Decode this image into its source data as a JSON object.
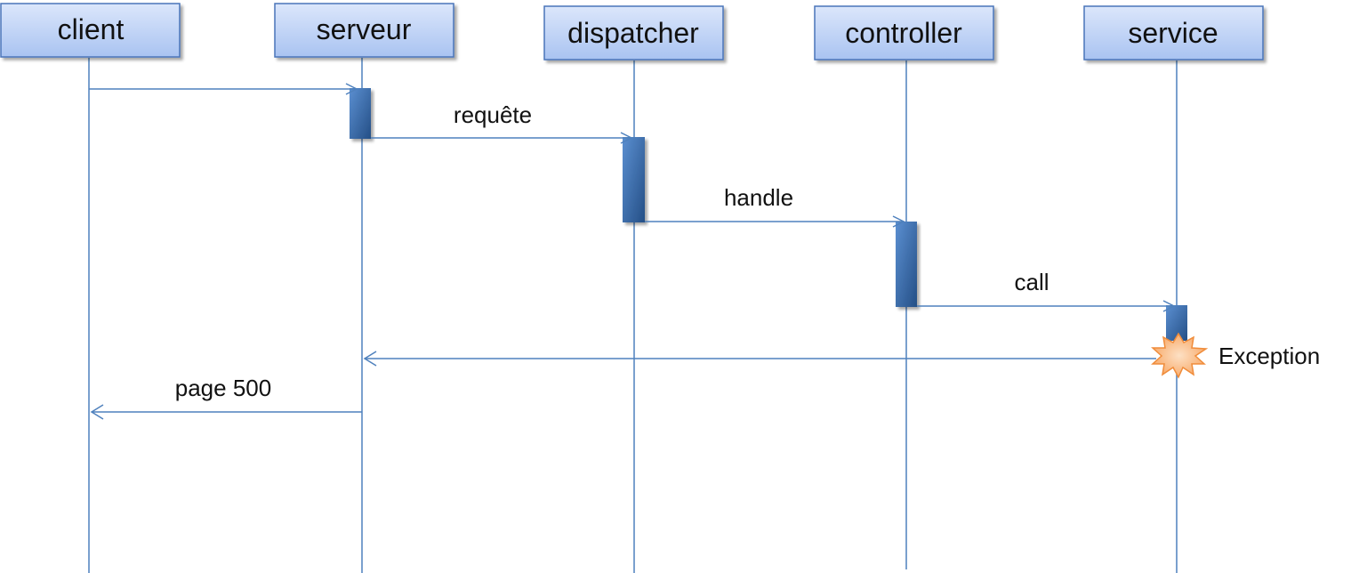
{
  "actors": [
    {
      "id": "client",
      "label": "client"
    },
    {
      "id": "serveur",
      "label": "serveur"
    },
    {
      "id": "dispatcher",
      "label": "dispatcher"
    },
    {
      "id": "controller",
      "label": "controller"
    },
    {
      "id": "service",
      "label": "service"
    }
  ],
  "messages": [
    {
      "from": "client",
      "to": "serveur",
      "label": ""
    },
    {
      "from": "serveur",
      "to": "dispatcher",
      "label": "requête"
    },
    {
      "from": "dispatcher",
      "to": "controller",
      "label": "handle"
    },
    {
      "from": "controller",
      "to": "service",
      "label": "call"
    },
    {
      "from": "service",
      "to": "serveur",
      "label": ""
    },
    {
      "from": "serveur",
      "to": "client",
      "label": "page 500"
    }
  ],
  "exception": {
    "actor": "service",
    "label": "Exception"
  },
  "colors": {
    "actor_fill_top": "#dbe6fb",
    "actor_fill_bottom": "#a9c3f1",
    "actor_border": "#4a74b9",
    "lifeline": "#4f81bd",
    "activation_top": "#5b8fd1",
    "activation_bottom": "#2a5a96",
    "explosion_fill": "#fbbd87",
    "explosion_border": "#f08c3a"
  }
}
